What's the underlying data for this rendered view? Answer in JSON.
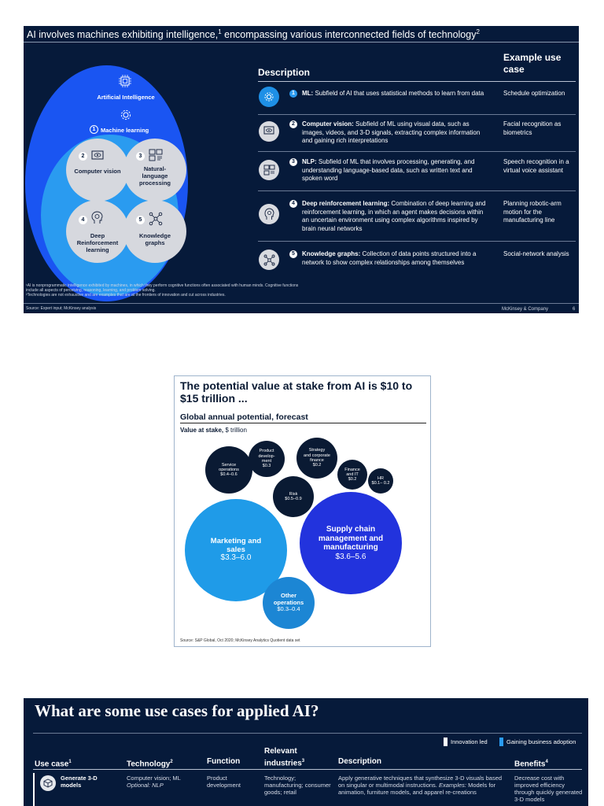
{
  "panel1": {
    "title": "AI involves machines exhibiting intelligence,",
    "title_sup1": "1",
    "title_rest": " encompassing various interconnected fields of technology",
    "title_sup2": "2",
    "venn": {
      "ai_label": "Artificial Intelligence",
      "ml_num": "1",
      "ml_label": "Machine learning",
      "circles": [
        {
          "num": "2",
          "label": "Computer vision"
        },
        {
          "num": "3",
          "label": "Natural-language processing"
        },
        {
          "num": "4",
          "label": "Deep Reinforcement learning"
        },
        {
          "num": "5",
          "label": "Knowledge graphs"
        }
      ]
    },
    "col_description": "Description",
    "col_example": "Example use case",
    "rows": [
      {
        "num": "1",
        "term": "ML:",
        "text": " Subfield of AI that uses statistical methods to learn from data",
        "use": "Schedule optimization"
      },
      {
        "num": "2",
        "term": "Computer vision:",
        "text": " Subfield of ML using visual data, such as images, videos, and 3-D signals, extracting complex information and gaining rich interpretations",
        "use": "Facial recognition as biometrics"
      },
      {
        "num": "3",
        "term": "NLP:",
        "text": " Subfield of ML that involves processing, generating, and understanding language-based data, such as written text and spoken word",
        "use": "Speech recognition in a virtual voice assistant"
      },
      {
        "num": "4",
        "term": "Deep reinforcement learning:",
        "text": " Combination of deep learning and reinforcement learning, in which an agent makes decisions within an uncertain environment using complex algorithms inspired by brain neural networks",
        "use": "Planning robotic-arm motion for the manufacturing line"
      },
      {
        "num": "5",
        "term": "Knowledge graphs:",
        "text": " Collection of data points structured into a network to show complex relationships among themselves",
        "use": "Social-network analysis"
      }
    ],
    "footnote1": "¹AI is nonprogrammatic intelligence exhibited by machines, in which they perform cognitive functions often associated with human minds. Cognitive functions",
    "footnote1b": "include all aspects of perceiving, reasoning, learning, and problem solving.",
    "footnote2": "²Technologies are not exhaustive and are examples that are at the frontiers of innovation and cut across industries.",
    "source": "Source: Expert input; McKinsey analysis",
    "brand": "McKinsey & Company",
    "page": "6",
    "colors": {
      "background": "#061A3A",
      "ai_circle": "#1a55f2",
      "ml_circle": "#2a9bf0",
      "sub_circle": "#d6d8de"
    }
  },
  "panel2": {
    "title": "The potential value at stake from AI is $10 to $15 trillion ...",
    "subtitle": "Global annual potential, forecast",
    "unit_bold": "Value at stake,",
    "unit_rest": " $ trillion",
    "source": "Source: S&P Global, Oct 2020; McKinsey Analytics Quotient data set",
    "chart_data": {
      "type": "bubble",
      "series": [
        {
          "name": "Service operations",
          "label_lines": [
            "Service",
            "operations"
          ],
          "value_label": "$0.4–0.6",
          "range": [
            0.4,
            0.6
          ],
          "color": "#0a1a33"
        },
        {
          "name": "Product development",
          "label_lines": [
            "Product",
            "develop-",
            "ment"
          ],
          "value_label": "$0.3",
          "range": [
            0.3,
            0.3
          ],
          "color": "#0a1a33"
        },
        {
          "name": "Strategy and corporate finance",
          "label_lines": [
            "Strategy",
            "and corporate",
            "finance"
          ],
          "value_label": "$0.2",
          "range": [
            0.2,
            0.2
          ],
          "color": "#0a1a33"
        },
        {
          "name": "Finance and IT",
          "label_lines": [
            "Finance",
            "and IT"
          ],
          "value_label": "$0.2",
          "range": [
            0.2,
            0.2
          ],
          "color": "#0a1a33"
        },
        {
          "name": "HR",
          "label_lines": [
            "HR"
          ],
          "value_label": "$0.1– 0.2",
          "range": [
            0.1,
            0.2
          ],
          "color": "#0a1a33"
        },
        {
          "name": "Risk",
          "label_lines": [
            "Risk"
          ],
          "value_label": "$0.5–0.9",
          "range": [
            0.5,
            0.9
          ],
          "color": "#0a1a33"
        },
        {
          "name": "Marketing and sales",
          "label_lines": [
            "Marketing and",
            "sales"
          ],
          "value_label": "$3.3–6.0",
          "range": [
            3.3,
            6.0
          ],
          "color": "#1f9be8"
        },
        {
          "name": "Supply chain management and manufacturing",
          "label_lines": [
            "Supply chain",
            "management and",
            "manufacturing"
          ],
          "value_label": "$3.6–5.6",
          "range": [
            3.6,
            5.6
          ],
          "color": "#2233dd"
        },
        {
          "name": "Other operations",
          "label_lines": [
            "Other",
            "operations"
          ],
          "value_label": "$0.3–0.4",
          "range": [
            0.3,
            0.4
          ],
          "color": "#1c86d4"
        }
      ]
    }
  },
  "panel3": {
    "title": "What are some use cases for applied AI?",
    "legend": [
      {
        "label": "Innovation led",
        "color": "#ffffff"
      },
      {
        "label": "Gaining business adoption",
        "color": "#2a9bf0"
      }
    ],
    "headers": {
      "use_case": "Use case",
      "use_case_sup": "1",
      "technology": "Technology",
      "technology_sup": "2",
      "function": "Function",
      "industries_line1": "Relevant",
      "industries_line2": "industries",
      "industries_sup": "3",
      "description": "Description",
      "benefits": "Benefits",
      "benefits_sup": "4"
    },
    "row": {
      "use_case": "Generate 3-D models",
      "technology": "Computer vision; ML",
      "technology_optional": "Optional: NLP",
      "function": "Product development",
      "industries": "Technology; manufacturing; consumer goods; retail",
      "description": "Apply generative techniques that synthesize 3-D visuals based on singular or multimodal instructions.",
      "description_examples_label": "Examples:",
      "description_examples": " Models for animation, furniture models, and apparel re-creations",
      "benefits": "Decrease cost with improved efficiency through quickly generated 3-D models"
    }
  }
}
